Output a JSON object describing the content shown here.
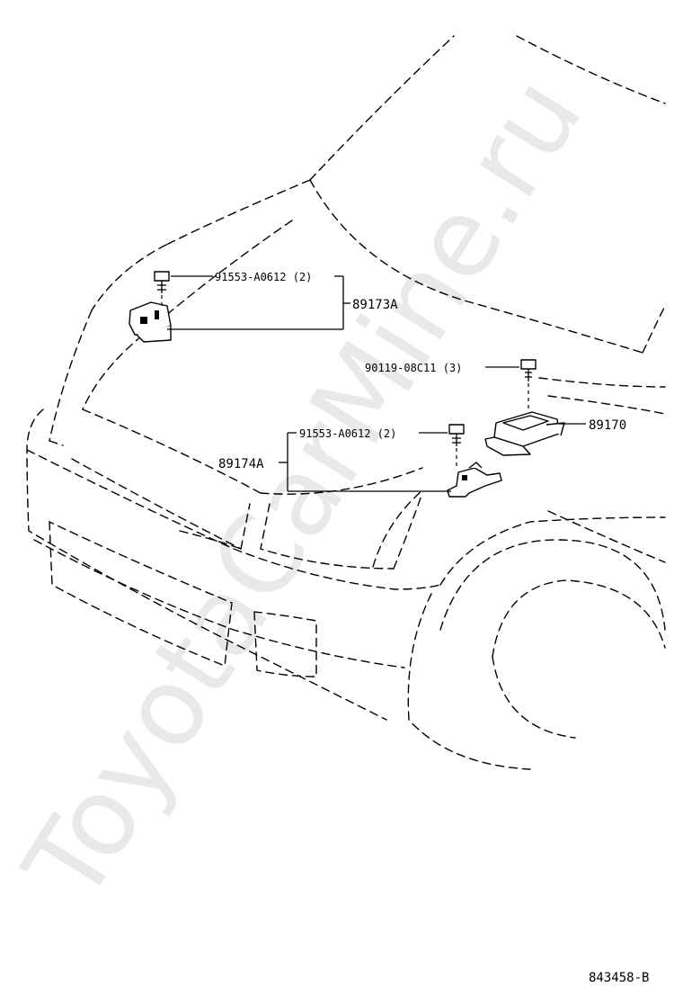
{
  "watermark": "ToyotaCarMine.ru",
  "labels": {
    "bolt_top": "91553-A0612 (2)",
    "sensor_left": "89173A",
    "screw_ecu": "90119-08C11 (3)",
    "ecu": "89170",
    "bolt_mid": "91553-A0612 (2)",
    "bracket": "89174A"
  },
  "figure_id": "843458-B"
}
